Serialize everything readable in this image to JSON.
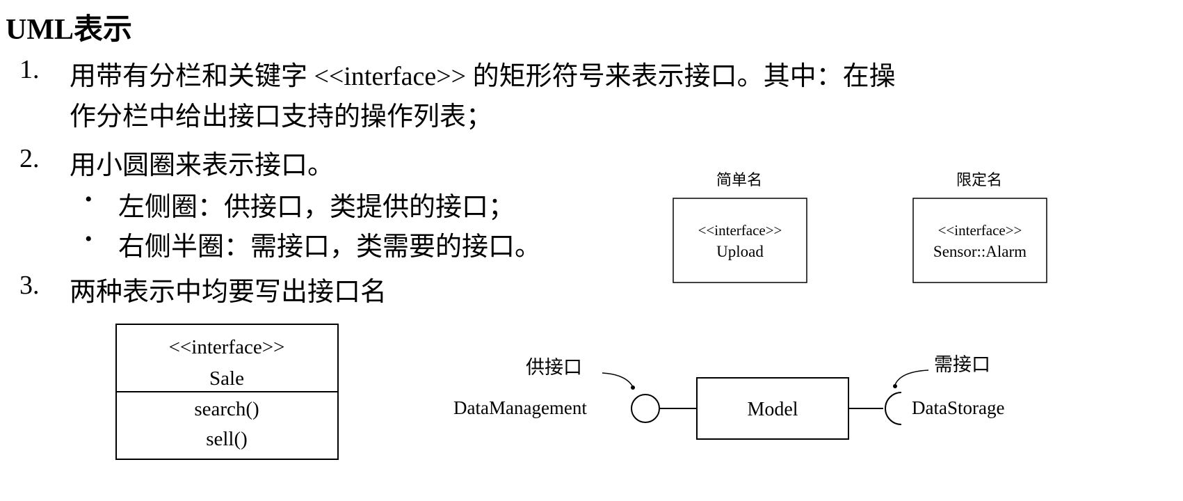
{
  "title": "UML表示",
  "items": [
    {
      "num": "1.",
      "lines": [
        "用带有分栏和关键字 <<interface>> 的矩形符号来表示接口。其中：在操",
        "作分栏中给出接口支持的操作列表；"
      ]
    },
    {
      "num": "2.",
      "lines": [
        "用小圆圈来表示接口。"
      ],
      "bullets": [
        "左侧圈：供接口，类提供的接口；",
        "右侧半圈：需接口，类需要的接口。"
      ]
    },
    {
      "num": "3.",
      "lines": [
        "两种表示中均要写出接口名"
      ]
    }
  ],
  "naming": {
    "simple": {
      "caption": "简单名",
      "stereotype": "<<interface>>",
      "name": "Upload"
    },
    "qualified": {
      "caption": "限定名",
      "stereotype": "<<interface>>",
      "name": "Sensor::Alarm"
    }
  },
  "sale": {
    "stereotype": "<<interface>>",
    "name": "Sale",
    "operations": [
      "search()",
      "sell()"
    ]
  },
  "lollipop": {
    "provided_caption": "供接口",
    "provided_name": "DataManagement",
    "class_name": "Model",
    "required_caption": "需接口",
    "required_name": "DataStorage"
  }
}
